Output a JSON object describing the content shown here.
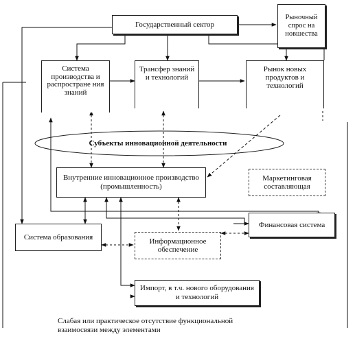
{
  "nodes": {
    "gov_sector": "Государственный сектор",
    "market_demand": "Рыночный спрос на новшества",
    "production_system": "Система производства и распростране ния знаний",
    "transfer": "Трансфер знаний и технологий",
    "market_new_products": "Рынок новых продуктов и технологий",
    "subjects": "Субъекты инновационной деятельности",
    "internal_innovation": "Внутренние инновационное производство (промышленность)",
    "marketing": "Маркетинговая составляющая",
    "finance": "Финансовая система",
    "education": "Система образования",
    "info_support": "Информационное обеспечение",
    "import": "Импорт, в т.ч. нового оборудования и технологий"
  },
  "legend": {
    "text": "Слабая или практическое отсутствие функциональной взаимосвязи между элементами"
  }
}
